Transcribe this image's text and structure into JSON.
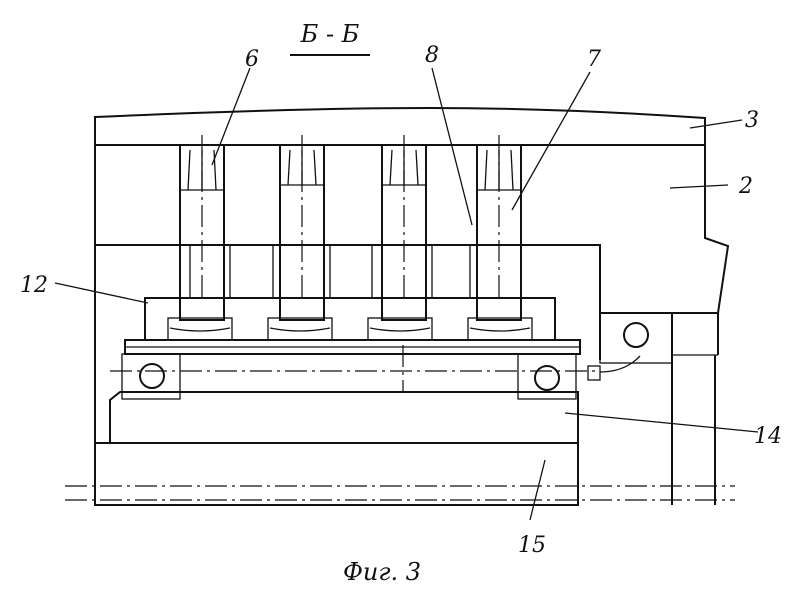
{
  "section_title": "Б - Б",
  "figure_caption": "Фиг. 3",
  "labels": {
    "l6": "6",
    "l8": "8",
    "l7": "7",
    "l3": "3",
    "l2": "2",
    "l12": "12",
    "l14": "14",
    "l15": "15"
  },
  "colors": {
    "ink": "#111111",
    "paper": "#ffffff"
  }
}
